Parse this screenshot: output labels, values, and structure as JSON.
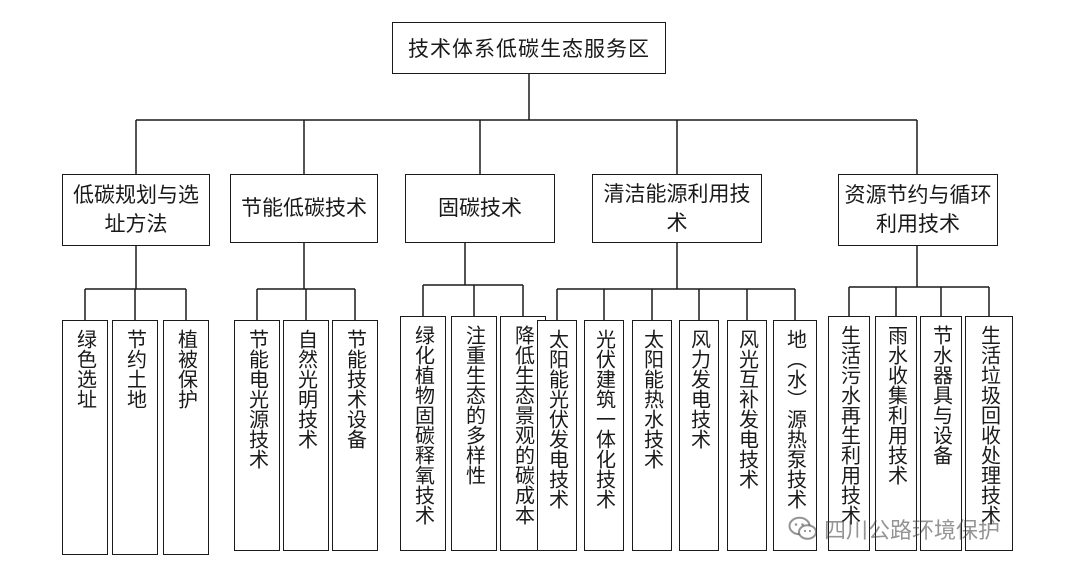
{
  "root": {
    "label": "技术体系低碳生态服务区"
  },
  "categories": [
    {
      "label": "低碳规划与选址方法",
      "children": [
        "绿色选址",
        "节约土地",
        "植被保护"
      ]
    },
    {
      "label": "节能低碳技术",
      "children": [
        "节能电光源技术",
        "自然光明技术",
        "节能技术设备"
      ]
    },
    {
      "label": "固碳技术",
      "children": [
        "绿化植物固碳释氧技术",
        "注重生态的多样性",
        "降低生态景观的碳成本"
      ]
    },
    {
      "label": "清洁能源利用技术",
      "children": [
        "太阳能光伏发电技术",
        "光伏建筑一体化技术",
        "太阳能热水技术",
        "风力发电技术",
        "风光互补发电技术",
        "地（水）源热泵技术"
      ]
    },
    {
      "label": "资源节约与循环利用技术",
      "children": [
        "生活污水再生利用技术",
        "雨水收集利用技术",
        "节水器具与设备",
        "生活垃圾回收处理技术"
      ]
    }
  ],
  "watermark": {
    "text": "四川公路环境保护",
    "icon": "wechat-icon",
    "color": "#3c3c3c"
  },
  "line_color": "#1a1a1a"
}
